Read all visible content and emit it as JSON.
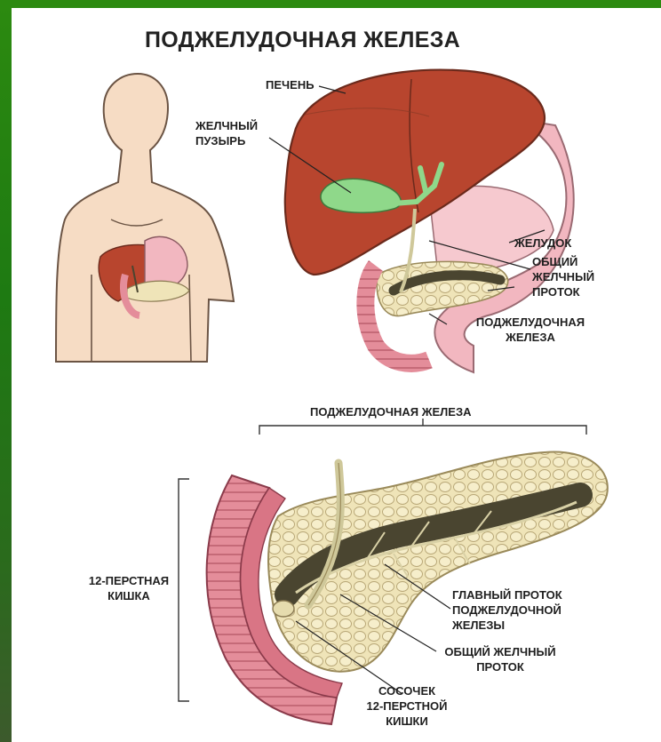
{
  "title": "ПОДЖЕЛУДОЧНАЯ ЖЕЛЕЗА",
  "labels": {
    "liver": "ПЕЧЕНЬ",
    "gallbladder_l1": "ЖЕЛЧНЫЙ",
    "gallbladder_l2": "ПУЗЫРЬ",
    "stomach": "ЖЕЛУДОК",
    "common_duct_l1": "ОБЩИЙ",
    "common_duct_l2": "ЖЕЛЧНЫЙ",
    "common_duct_l3": "ПРОТОК",
    "pancreas_l1": "ПОДЖЕЛУДОЧНАЯ",
    "pancreas_l2": "ЖЕЛЕЗА",
    "pancreas_bracket": "ПОДЖЕЛУДОЧНАЯ ЖЕЛЕЗА",
    "duodenum_l1": "12-ПЕРСТНАЯ",
    "duodenum_l2": "КИШКА",
    "main_duct_l1": "ГЛАВНЫЙ ПРОТОК",
    "main_duct_l2": "ПОДЖЕЛУДОЧНОЙ",
    "main_duct_l3": "ЖЕЛЕЗЫ",
    "common_duct2_l1": "ОБЩИЙ ЖЕЛЧНЫЙ",
    "common_duct2_l2": "ПРОТОК",
    "papilla_l1": "СОСОЧЕК",
    "papilla_l2": "12-ПЕРСТНОЙ",
    "papilla_l3": "КИШКИ"
  },
  "colors": {
    "liver": "#b8452e",
    "gallbladder": "#8fd88a",
    "stomach": "#f2b7c0",
    "pancreas": "#efe4b8",
    "duct": "#4a4530",
    "duodenum": "#e48d9a",
    "skin": "#f6dcc4"
  }
}
